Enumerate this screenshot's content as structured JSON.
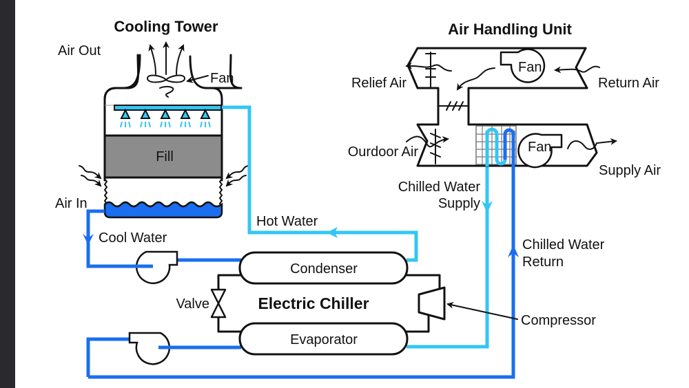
{
  "diagram": {
    "cooling_tower": {
      "title": "Cooling Tower",
      "labels": {
        "air_out": "Air Out",
        "fan": "Fan",
        "fill": "Fill",
        "air_in": "Air In"
      }
    },
    "air_handling_unit": {
      "title": "Air Handling Unit",
      "labels": {
        "relief_air": "Relief Air",
        "return_air": "Return Air",
        "return_fan": "Fan",
        "outdoor_air": "Ourdoor Air",
        "supply_fan": "Fan",
        "supply_air": "Supply Air"
      }
    },
    "chiller": {
      "title": "Electric Chiller",
      "labels": {
        "condenser": "Condenser",
        "evaporator": "Evaporator",
        "valve": "Valve",
        "compressor": "Compressor"
      }
    },
    "flows": {
      "hot_water": "Hot Water",
      "cool_water": "Cool Water",
      "chilled_water_supply_line1": "Chilled Water",
      "chilled_water_supply_line2": "Supply",
      "chilled_water_return_line1": "Chilled Water",
      "chilled_water_return_line2": "Return"
    },
    "colors": {
      "cool_water": "#1a6ef0",
      "hot_water": "#33c6f4",
      "fill": "#8c8c8c",
      "basin_water": "#1a6ef0",
      "left_bar": "#2a2a2e"
    }
  }
}
